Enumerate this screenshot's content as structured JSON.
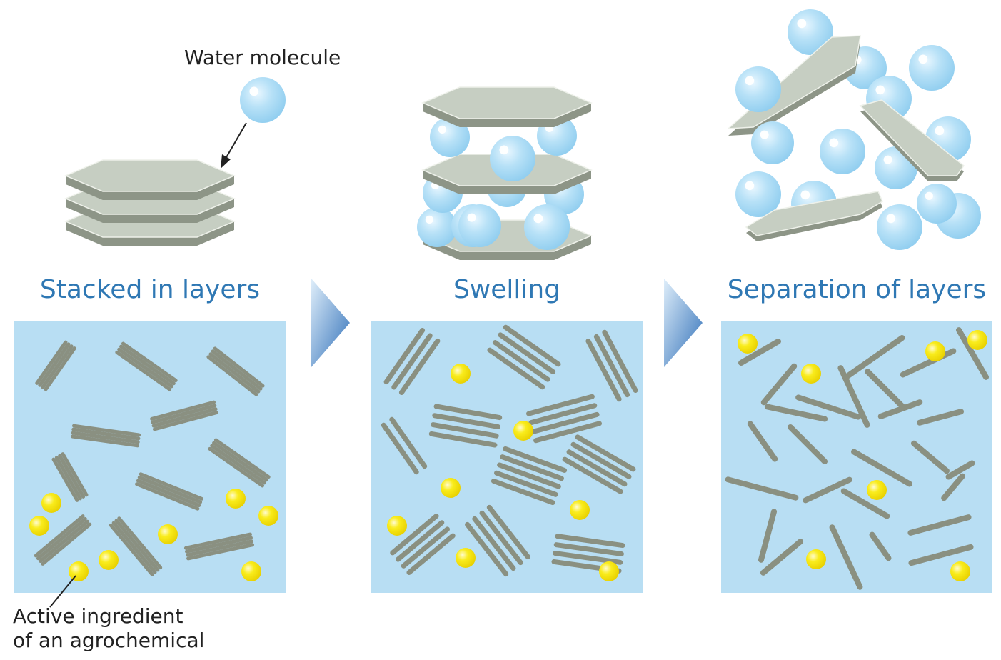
{
  "labels": {
    "water_molecule": "Water molecule",
    "active_ingredient_line1": "Active ingredient",
    "active_ingredient_line2": "of an agrochemical"
  },
  "stages": [
    {
      "title": "Stacked in layers"
    },
    {
      "title": "Swelling"
    },
    {
      "title": "Separation of layers"
    }
  ],
  "colors": {
    "title_blue": "#2f78b4",
    "panel_bg": "#b8def3",
    "layer_top": "#c6cec2",
    "layer_side": "#8d9587",
    "rod": "#8a9081",
    "water_bubble": "#8fcdef",
    "active_ingredient": "#f5e400",
    "arrow_blue": "#3a80c8"
  },
  "icons": [
    "water-molecule-icon",
    "clay-layer-icon",
    "active-ingredient-icon",
    "next-step-arrow-icon"
  ]
}
